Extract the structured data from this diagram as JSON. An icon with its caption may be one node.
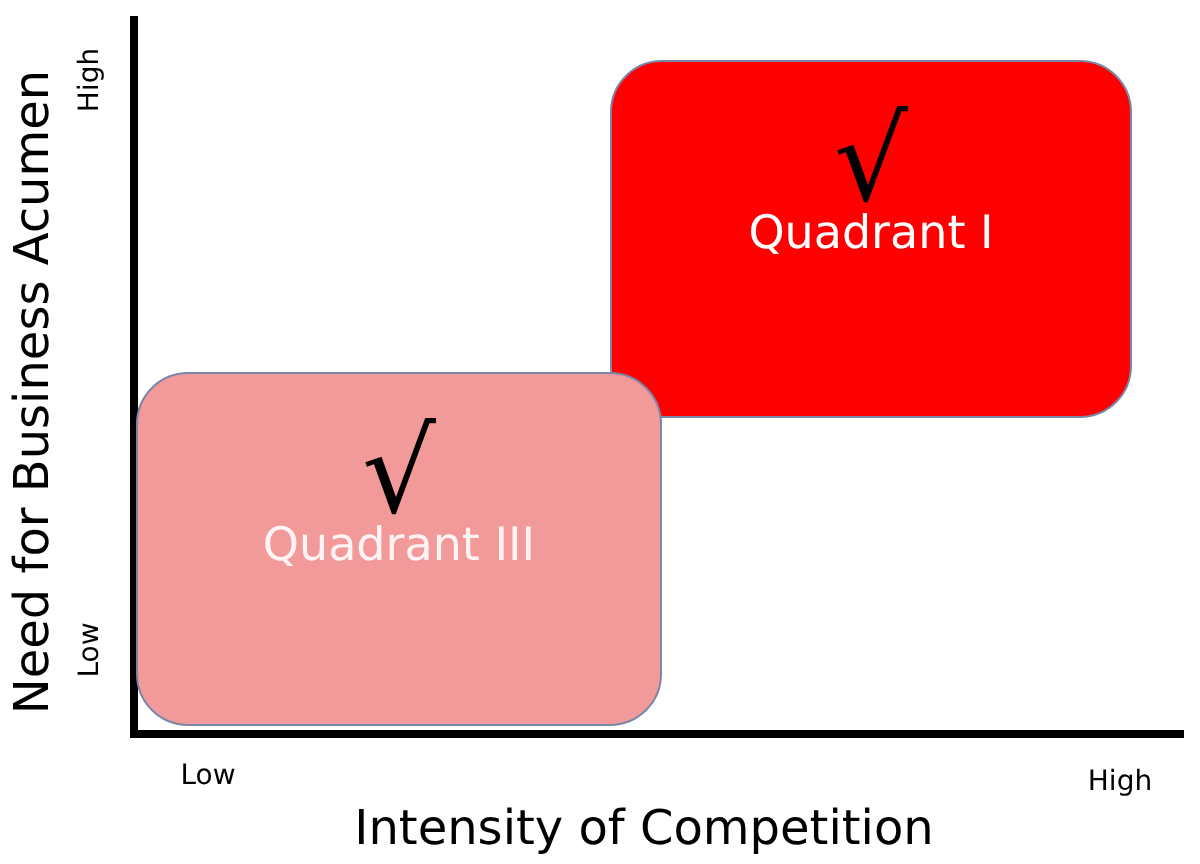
{
  "diagram": {
    "nodes": [
      {
        "text": [
          "√",
          "Quadrant I"
        ]
      },
      {
        "text": [
          "√",
          "Quadrant III"
        ]
      }
    ],
    "labels": [
      "High",
      "Need for Business Acumen",
      "Low",
      "Low",
      "High",
      "Intensity of Competition"
    ]
  }
}
